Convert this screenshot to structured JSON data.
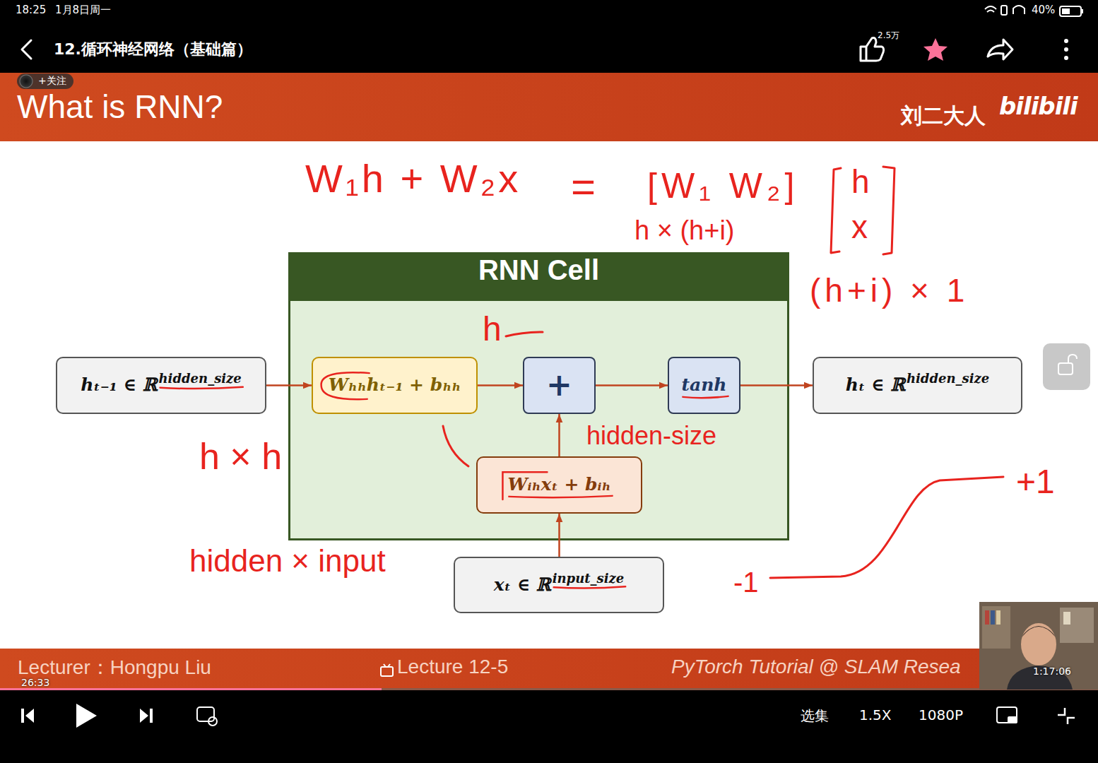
{
  "diagram": {
    "title": "What is RNN?",
    "nodes": [
      {
        "text": [
          "RNN Cell"
        ]
      },
      {
        "text": [
          "hₜ₋₁ ∈ ℝ",
          "hidden_size"
        ]
      },
      {
        "text": [
          "Wₕₕhₜ₋₁ + bₕₕ"
        ],
        "in": 0
      },
      {
        "text": [
          "+"
        ],
        "in": 0
      },
      {
        "text": [
          "tanh"
        ],
        "in": 0
      },
      {
        "text": [
          "hₜ ∈ ℝ",
          "hidden_size"
        ]
      },
      {
        "text": [
          "Wᵢₕxₜ + bᵢₕ"
        ],
        "in": 0
      },
      {
        "text": [
          "xₜ ∈ ℝ",
          "input_size"
        ]
      }
    ],
    "edges": [
      {
        "from": 1,
        "to": 2,
        "arrow": "to"
      },
      {
        "from": 2,
        "to": 3,
        "arrow": "to"
      },
      {
        "from": 3,
        "to": 4,
        "arrow": "to"
      },
      {
        "from": 4,
        "to": 5,
        "arrow": "to"
      },
      {
        "from": 6,
        "to": 3,
        "arrow": "to"
      },
      {
        "from": 7,
        "to": 6,
        "arrow": "to"
      }
    ],
    "labels": [
      "18:25",
      "1月8日周一",
      "40%",
      "12.循环神经网络（基础篇）",
      "2.5万",
      "+关注",
      "刘二大人",
      "bilibili",
      "W₁h + W₂x",
      "=",
      "[W₁ W₂]",
      "h × (h+i)",
      "h",
      "x",
      "(h+i) × 1",
      "h",
      "hidden-size",
      "h × h",
      "hidden × input",
      "+1",
      "-1",
      "Lecturer：Hongpu Liu",
      "26:33",
      "Lecture 12-5",
      "PyTorch Tutorial @ SLAM Resea",
      "1:17:06",
      "选集",
      "1.5X",
      "1080P"
    ]
  }
}
